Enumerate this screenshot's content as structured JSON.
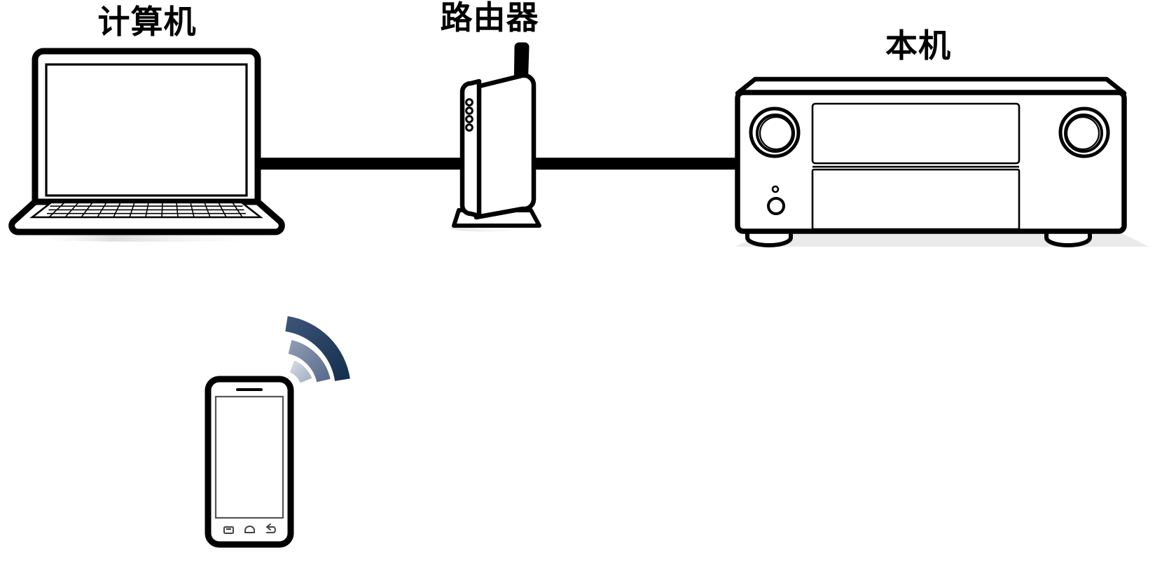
{
  "diagram": {
    "title": "Network connection diagram",
    "background_color": "#ffffff",
    "line_color": "#000000",
    "nodes": [
      {
        "id": "computer",
        "label": "计算机",
        "icon": "laptop-icon",
        "connection": "wired"
      },
      {
        "id": "router",
        "label": "路由器",
        "icon": "router-icon",
        "connection": "wired-and-wireless",
        "led_count": 4
      },
      {
        "id": "unit",
        "label": "本机",
        "icon": "av-receiver-icon",
        "connection": "wired"
      },
      {
        "id": "smartphone",
        "label": "",
        "icon": "smartphone-icon",
        "connection": "wireless"
      }
    ],
    "links": [
      {
        "id": "computer-to-router",
        "from": "computer",
        "to": "router",
        "type": "ethernet-cable"
      },
      {
        "id": "router-to-unit",
        "from": "router",
        "to": "unit",
        "type": "ethernet-cable"
      },
      {
        "id": "smartphone-wifi",
        "from": "smartphone",
        "to": "router",
        "type": "wifi-signal"
      }
    ],
    "wifi_signal": {
      "icon": "wifi-signal-icon",
      "arc_count": 3,
      "arc_colors": [
        "#b9c3d2",
        "#6d7f9d",
        "#1f3a5c"
      ]
    },
    "smartphone_buttons": [
      {
        "id": "recent-apps",
        "icon": "recent-apps-icon"
      },
      {
        "id": "home",
        "icon": "home-icon"
      },
      {
        "id": "back",
        "icon": "back-icon"
      }
    ],
    "receiver_controls": [
      {
        "id": "left-knob",
        "icon": "rotary-knob-icon"
      },
      {
        "id": "right-knob",
        "icon": "rotary-knob-icon"
      },
      {
        "id": "status-led",
        "icon": "led-indicator-icon"
      },
      {
        "id": "power-button",
        "icon": "power-button-icon"
      }
    ]
  }
}
